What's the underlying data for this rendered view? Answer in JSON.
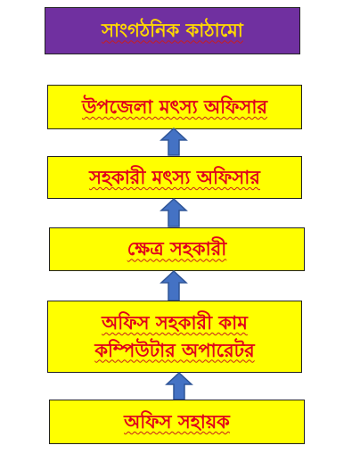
{
  "colors": {
    "title_fill": "#7030a0",
    "title_text": "#ffd800",
    "box_fill": "#ffff00",
    "box_text": "#e0001b",
    "arrow_fill": "#4472c4",
    "arrow_stroke": "#2f5597"
  },
  "diagram": {
    "title": "সাংগঠনিক কাঠামো",
    "levels": [
      {
        "lines": [
          "উপজেলা মৎস্য অফিসার"
        ]
      },
      {
        "lines": [
          "সহকারী মৎস্য অফিসার"
        ]
      },
      {
        "lines": [
          "ক্ষেত্র সহকারী"
        ]
      },
      {
        "lines": [
          "অফিস সহকারী কাম",
          "কম্পিউটার অপারেটর"
        ]
      },
      {
        "lines": [
          "অফিস সহায়ক"
        ]
      }
    ],
    "arrow_icon": "up-arrow-icon"
  }
}
